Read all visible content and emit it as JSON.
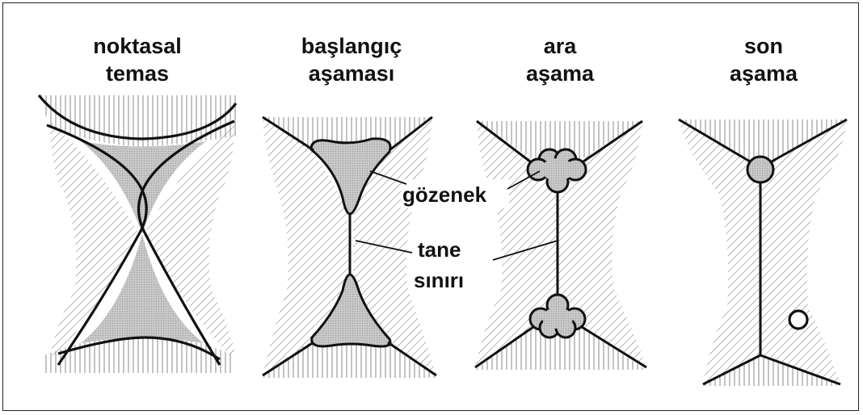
{
  "stages": [
    {
      "line1": "noktasal",
      "line2": "temas"
    },
    {
      "line1": "başlangıç",
      "line2": "aşaması"
    },
    {
      "line1": "ara",
      "line2": "aşama"
    },
    {
      "line1": "son",
      "line2": "aşama"
    }
  ],
  "labels": {
    "pore": "gözenek",
    "grain_boundary_line1": "tane",
    "grain_boundary_line2": "sınırı"
  }
}
